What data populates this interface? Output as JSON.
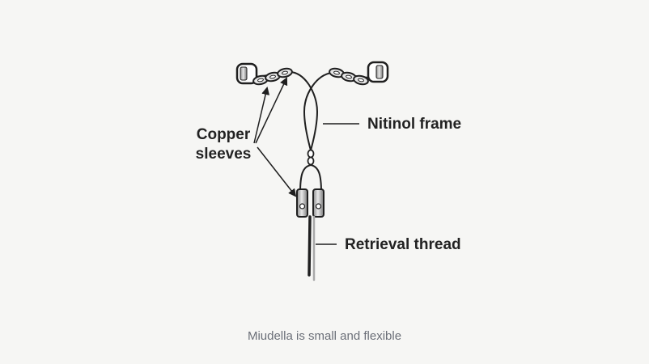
{
  "diagram": {
    "labels": {
      "copper_line1": "Copper",
      "copper_line2": "sleeves",
      "nitinol": "Nitinol frame",
      "thread": "Retrieval thread"
    },
    "caption": "Miudella is small and flexible"
  },
  "colors": {
    "background": "#f6f6f4",
    "ink": "#1f1f1f",
    "label": "#222222",
    "caption": "#6b6f78",
    "sleeve_fill": "#e4e4e4",
    "thread_shadow": "#a9a9a9"
  }
}
